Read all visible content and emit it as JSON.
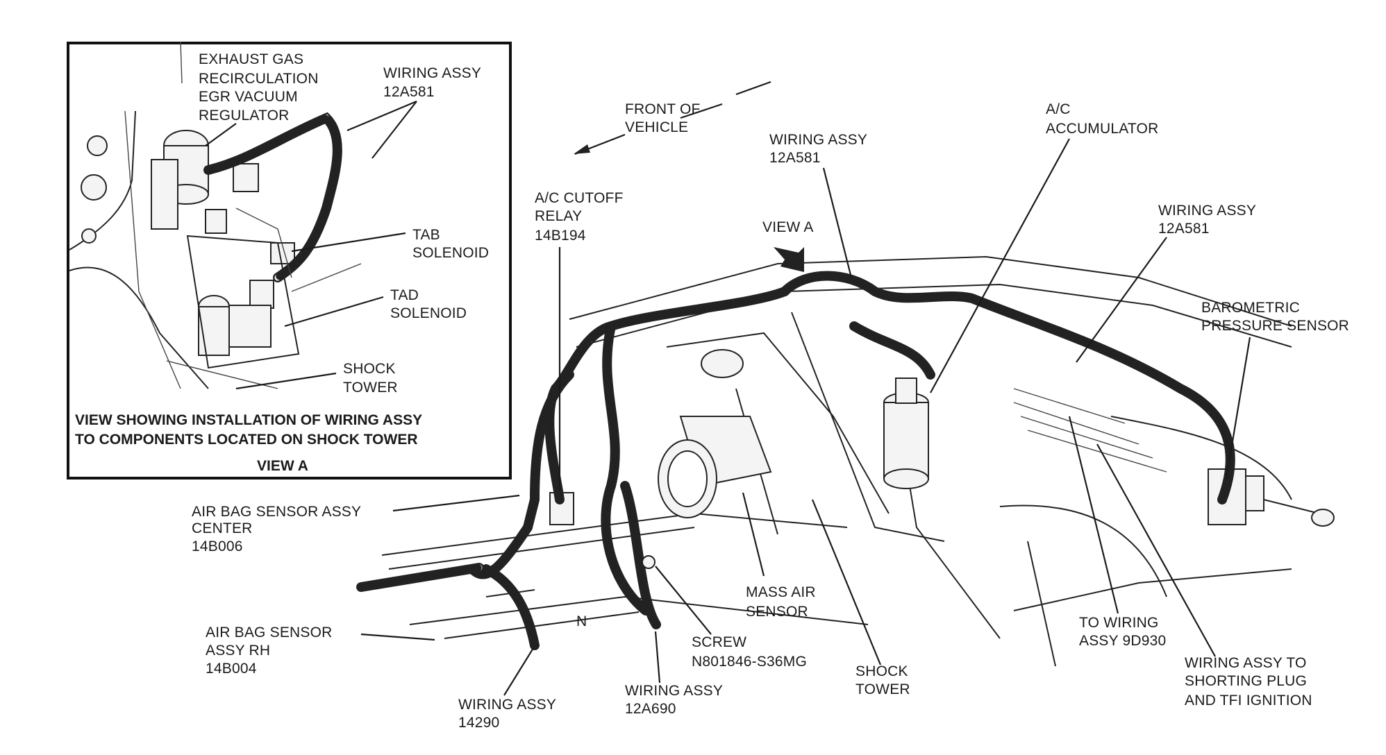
{
  "inset": {
    "egr": [
      "EXHAUST GAS",
      "RECIRCULATION",
      "EGR VACUUM",
      "REGULATOR"
    ],
    "wiring": [
      "WIRING ASSY",
      "12A581"
    ],
    "tab": [
      "TAB",
      "SOLENOID"
    ],
    "tad": [
      "TAD",
      "SOLENOID"
    ],
    "shock": [
      "SHOCK",
      "TOWER"
    ],
    "caption": [
      "VIEW SHOWING INSTALLATION OF WIRING ASSY",
      "TO COMPONENTS LOCATED ON SHOCK TOWER"
    ],
    "view": "VIEW A"
  },
  "main": {
    "front": [
      "FRONT OF",
      "VEHICLE"
    ],
    "wiring_top": [
      "WIRING ASSY",
      "12A581"
    ],
    "ac_accumulator": [
      "A/C",
      "ACCUMULATOR"
    ],
    "wiring_right": [
      "WIRING ASSY",
      "12A581"
    ],
    "ac_cutoff": [
      "A/C CUTOFF",
      "RELAY",
      "14B194"
    ],
    "view_a": "VIEW A",
    "barometric": [
      "BAROMETRIC",
      "PRESSURE SENSOR"
    ],
    "airbag_center": [
      "AIR BAG SENSOR ASSY",
      "CENTER",
      "14B006"
    ],
    "airbag_rh": [
      "AIR BAG SENSOR",
      "ASSY RH",
      "14B004"
    ],
    "mass_air": [
      "MASS AIR",
      "SENSOR"
    ],
    "screw": [
      "SCREW",
      "N801846-S36MG"
    ],
    "shock_tower": [
      "SHOCK",
      "TOWER"
    ],
    "to_wiring": [
      "TO WIRING",
      "ASSY 9D930"
    ],
    "shorting": [
      "WIRING ASSY TO",
      "SHORTING PLUG",
      "AND TFI IGNITION"
    ],
    "wiring_14290": [
      "WIRING ASSY",
      "14290"
    ],
    "wiring_12a690": [
      "WIRING ASSY",
      "12A690"
    ],
    "n_mark": "N"
  }
}
